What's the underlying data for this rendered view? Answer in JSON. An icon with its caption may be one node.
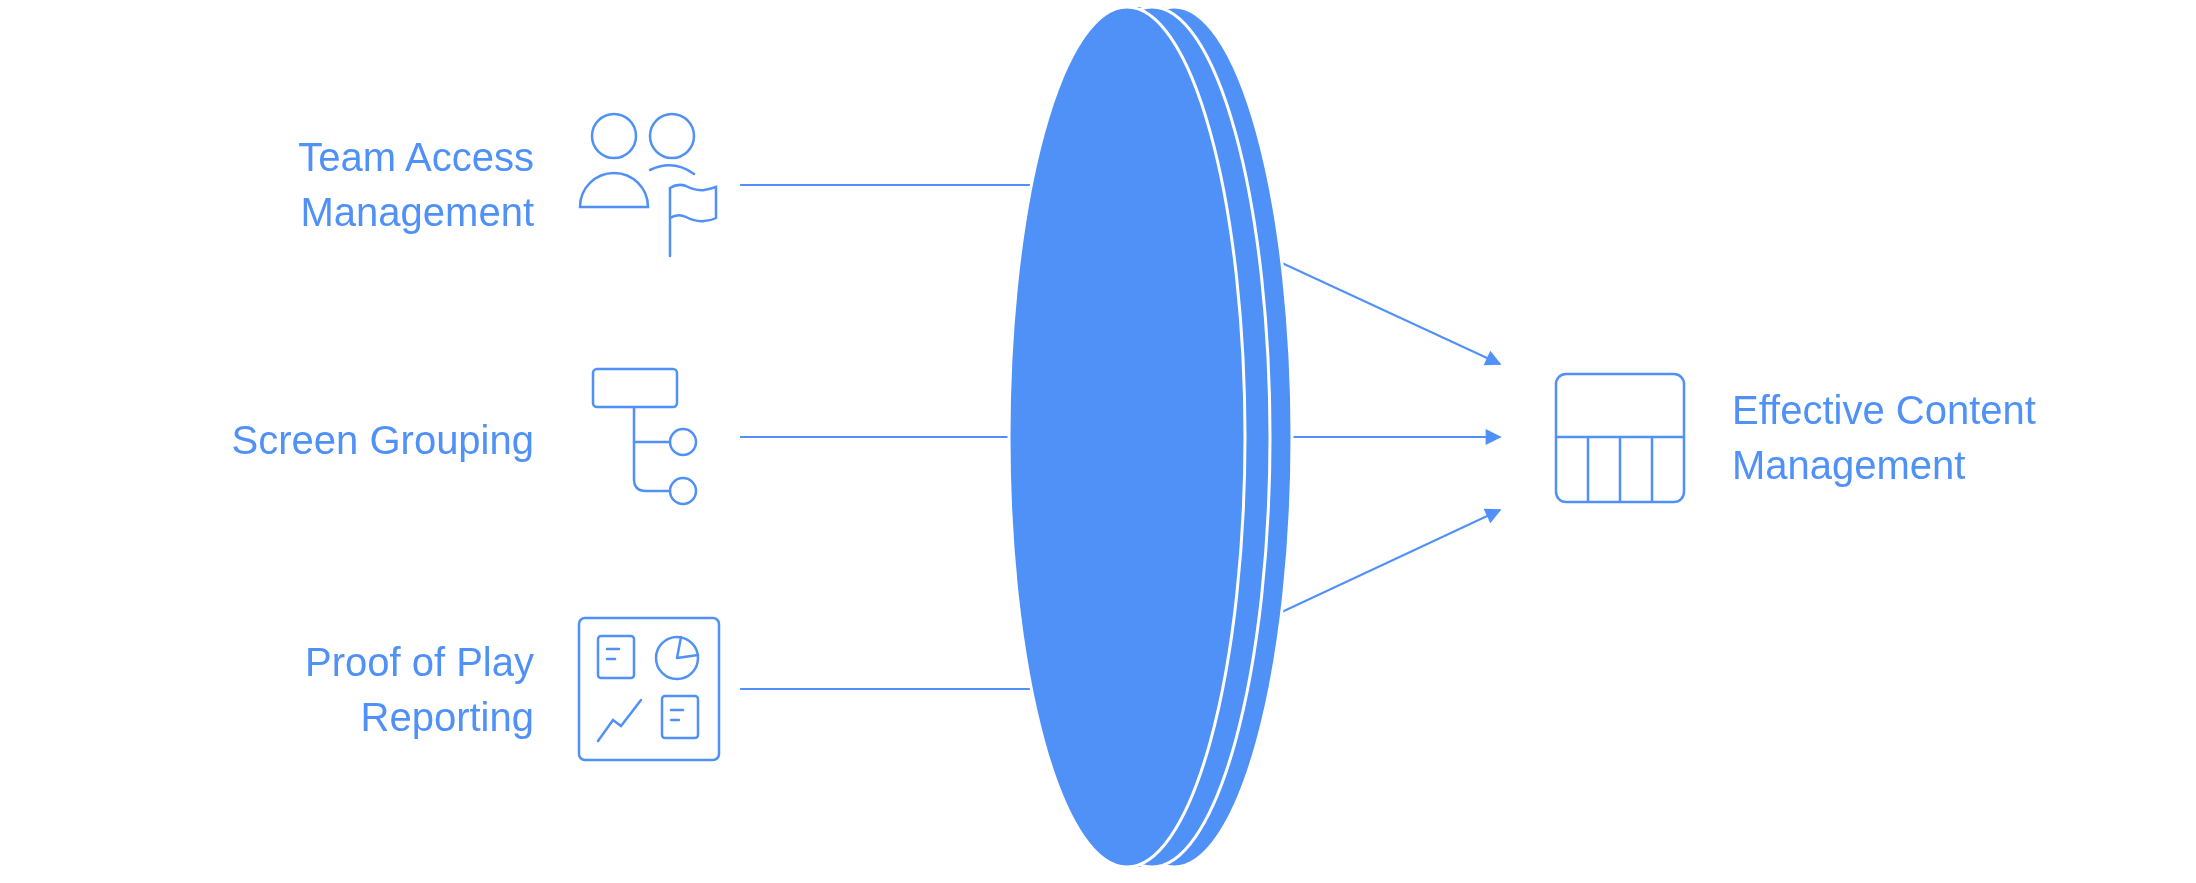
{
  "diagram": {
    "nodes": [
      {
        "text": [
          "Team Access Management"
        ]
      },
      {
        "text": [
          "Screen Grouping"
        ]
      },
      {
        "text": [
          "Proof of Play Reporting"
        ]
      },
      {
        "text": [],
        "shape": "lens"
      },
      {
        "text": [
          "Effective Content Management"
        ]
      }
    ],
    "edges": [
      {
        "from": 0,
        "to": 3,
        "arrow": "none"
      },
      {
        "from": 1,
        "to": 3,
        "arrow": "none"
      },
      {
        "from": 2,
        "to": 3,
        "arrow": "none"
      },
      {
        "from": 3,
        "to": 4,
        "arrow": "to"
      },
      {
        "from": 3,
        "to": 4,
        "arrow": "to"
      },
      {
        "from": 3,
        "to": 4,
        "arrow": "to"
      }
    ]
  }
}
